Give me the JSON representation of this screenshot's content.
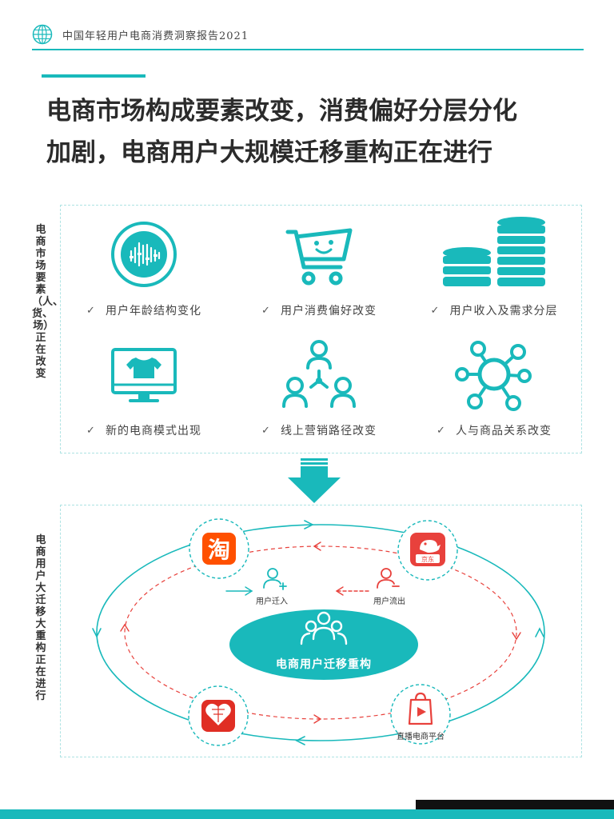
{
  "header": {
    "title": "中国年轻用户电商消费洞察报告2021"
  },
  "main": {
    "title_line1": "电商市场构成要素改变，消费偏好分层分化",
    "title_line2": "加剧，电商用户大规模迁移重构正在进行"
  },
  "side_labels": {
    "top": "电商市场要素（人、货、场）正在改变",
    "bottom": "电商用户大迁移大重构正在进行"
  },
  "factors": [
    {
      "label": "用户年龄结构变化",
      "icon": "equalizer-icon"
    },
    {
      "label": "用户消费偏好改变",
      "icon": "shopping-cart-icon"
    },
    {
      "label": "用户收入及需求分层",
      "icon": "coin-stack-icon"
    },
    {
      "label": "新的电商模式出现",
      "icon": "monitor-tshirt-icon"
    },
    {
      "label": "线上营销路径改变",
      "icon": "people-network-icon"
    },
    {
      "label": "人与商品关系改变",
      "icon": "hub-network-icon"
    }
  ],
  "check_mark": "✓",
  "diagram": {
    "center_label": "电商用户迁移重构",
    "user_in_label": "用户迁入",
    "user_out_label": "用户流出",
    "jd_label": "京东",
    "live_label": "直播电商平台",
    "taobao_glyph": "淘"
  },
  "colors": {
    "teal": "#19b9bb",
    "red": "#e8413c",
    "taobao_orange": "#ff5000",
    "dark_text": "#2b2b2b"
  }
}
